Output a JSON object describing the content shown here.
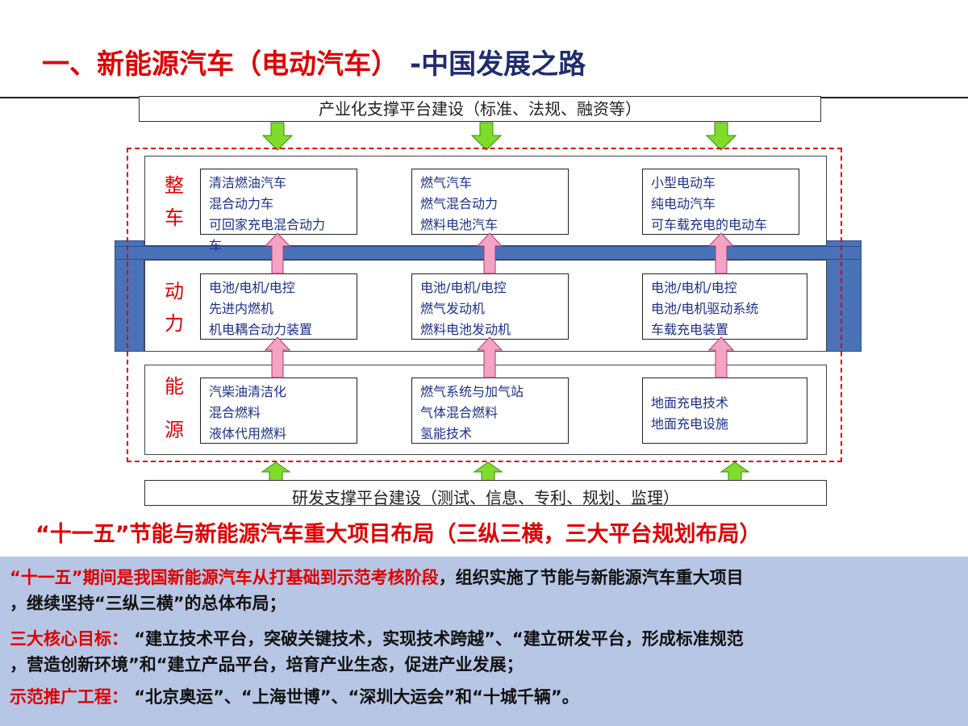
{
  "title": {
    "red": "一、新能源汽车（电动汽车）",
    "sep": "-",
    "blue": "中国发展之路"
  },
  "platforms": {
    "top": "产业化支撑平台建设（标准、法规、融资等）",
    "bottom": "研发支撑平台建设（测试、信息、专利、规划、监理）"
  },
  "rows": {
    "vehicle": {
      "label": [
        "整",
        "车"
      ]
    },
    "power": {
      "label": [
        "动",
        "力"
      ]
    },
    "energy": {
      "label": [
        "能",
        "源"
      ]
    }
  },
  "cells": {
    "vehicle": [
      [
        "清洁燃油汽车",
        "混合动力车",
        "可回家充电混合动力",
        "车"
      ],
      [
        "燃气汽车",
        "燃气混合动力",
        "燃料电池汽车"
      ],
      [
        "小型电动车",
        "纯电动汽车",
        "可车载充电的电动车"
      ]
    ],
    "power": [
      [
        "电池/电机/电控",
        "先进内燃机",
        "机电耦合动力装置"
      ],
      [
        "电池/电机/电控",
        "燃气发动机",
        "燃料电池发动机"
      ],
      [
        "电池/电机/电控",
        "电池/电机驱动系统",
        "车载充电装置"
      ]
    ],
    "energy": [
      [
        "汽柴油清洁化",
        "混合燃料",
        "液体代用燃料"
      ],
      [
        "燃气系统与加气站",
        "气体混合燃料",
        "氢能技术"
      ],
      [
        "地面充电技术",
        "地面充电设施"
      ]
    ]
  },
  "colors": {
    "accent_red": "#e00000",
    "title_blue": "#1f2d6e",
    "cell_text": "#1c2f8a",
    "green_arrow": "#7fdc2a",
    "pink_arrow": "#f4a3c4",
    "blue_bar": "#4a72b8",
    "notes_bg": "#b7c6e4"
  },
  "subtitle": "“十一五”节能与新能源汽车重大项目布局（三纵三横，三大平台规划布局）",
  "notes": {
    "p1": {
      "red": "“十一五”期间是我国新能源汽车从打基础到示范考核阶段",
      "line1_rest": "，组织实施了节能与新能源汽车重大项目",
      "line2": "，继续坚持“三纵三横”的总体布局；"
    },
    "p2": {
      "red": "三大核心目标：",
      "line1_rest": " “建立技术平台，突破关键技术，实现技术跨越”、“建立研发平台，形成标准规范",
      "line2": "，营造创新环境”和“建立产品平台，培育产业生态，促进产业发展；"
    },
    "p3": {
      "red": "示范推广工程：",
      "line1_rest": " “北京奥运”、“上海世博”、“深圳大运会”和“十城千辆”。"
    }
  }
}
